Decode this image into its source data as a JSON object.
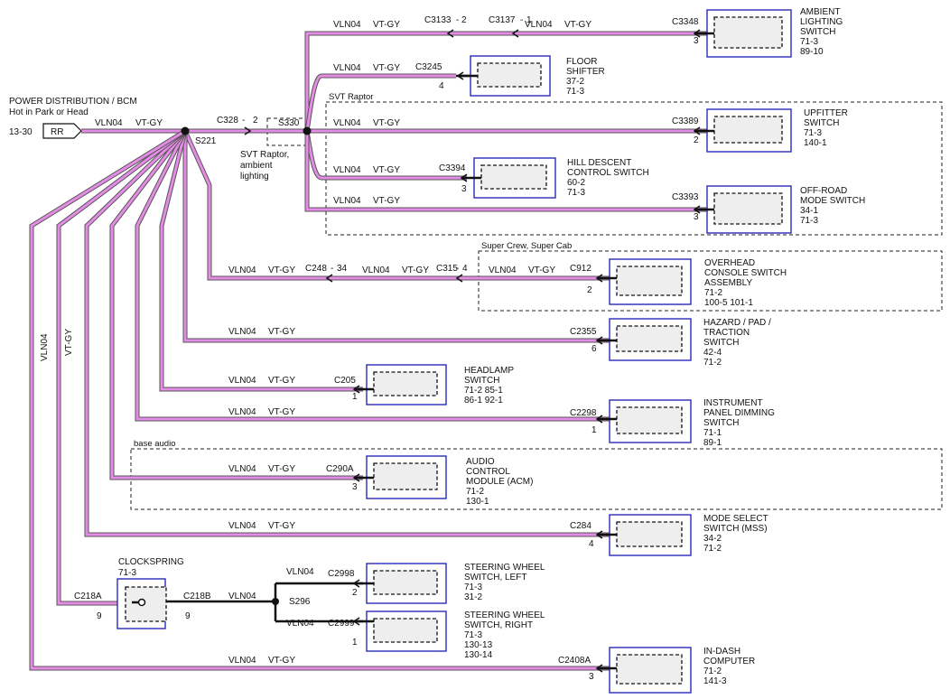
{
  "source": {
    "title": "POWER DISTRIBUTION / BCM",
    "subtitle": "Hot in Park or Head",
    "ref": "13-30",
    "tag": "RR"
  },
  "splice_main": "S221",
  "connector_c328": "C328",
  "connector_c328_pin": "2",
  "splice_s330": "S330",
  "svt_note": [
    "SVT Raptor,",
    "ambient",
    "lighting"
  ],
  "zones": {
    "svt": "SVT Raptor",
    "crew": "Super Crew, Super Cab",
    "audio": "base audio"
  },
  "wire_circuit": "VLN04",
  "wire_color": "VT-GY",
  "connectors": {
    "c3133": "C3133",
    "c3133_pin": "2",
    "c3137": "C3137",
    "c3137_pin": "1",
    "c248": "C248",
    "c248_pin": "34",
    "c315": "C315",
    "c315_pin": "4"
  },
  "components": [
    {
      "connector": "C3348",
      "pin": "3",
      "name": [
        "AMBIENT",
        "LIGHTING",
        "SWITCH"
      ],
      "refs": [
        "71-3",
        "89-10"
      ]
    },
    {
      "connector": "C3245",
      "pin": "4",
      "name": [
        "FLOOR",
        "SHIFTER"
      ],
      "refs": [
        "37-2",
        "71-3"
      ]
    },
    {
      "connector": "C3389",
      "pin": "2",
      "name": [
        "UPFITTER",
        "SWITCH"
      ],
      "refs": [
        "71-3",
        "140-1"
      ]
    },
    {
      "connector": "C3394",
      "pin": "3",
      "name": [
        "HILL DESCENT",
        "CONTROL SWITCH"
      ],
      "refs": [
        "60-2",
        "71-3"
      ]
    },
    {
      "connector": "C3393",
      "pin": "3",
      "name": [
        "OFF-ROAD",
        "MODE SWITCH"
      ],
      "refs": [
        "34-1",
        "71-3"
      ]
    },
    {
      "connector": "C912",
      "pin": "2",
      "name": [
        "OVERHEAD",
        "CONSOLE SWITCH",
        "ASSEMBLY"
      ],
      "refs": [
        "71-2",
        "100-5   101-1"
      ]
    },
    {
      "connector": "C2355",
      "pin": "6",
      "name": [
        "HAZARD / PAD /",
        "TRACTION",
        "SWITCH"
      ],
      "refs": [
        "42-4",
        "71-2"
      ]
    },
    {
      "connector": "C205",
      "pin": "1",
      "name": [
        "HEADLAMP",
        "SWITCH"
      ],
      "refs": [
        "71-2     85-1",
        "86-1     92-1"
      ]
    },
    {
      "connector": "C2298",
      "pin": "1",
      "name": [
        "INSTRUMENT",
        "PANEL DIMMING",
        "SWITCH"
      ],
      "refs": [
        "71-1",
        "89-1"
      ]
    },
    {
      "connector": "C290A",
      "pin": "3",
      "name": [
        "AUDIO",
        "CONTROL",
        "MODULE (ACM)"
      ],
      "refs": [
        "71-2",
        "130-1"
      ]
    },
    {
      "connector": "C284",
      "pin": "4",
      "name": [
        "MODE SELECT",
        "SWITCH (MSS)"
      ],
      "refs": [
        "34-2",
        "71-2"
      ]
    },
    {
      "connector": "C2998",
      "pin": "2",
      "name": [
        "STEERING WHEEL",
        "SWITCH, LEFT"
      ],
      "refs": [
        "71-3",
        "31-2"
      ]
    },
    {
      "connector": "C2999",
      "pin": "1",
      "name": [
        "STEERING WHEEL",
        "SWITCH, RIGHT"
      ],
      "refs": [
        "71-3",
        "130-13",
        "130-14"
      ]
    },
    {
      "connector": "C2408A",
      "pin": "3",
      "name": [
        "IN-DASH",
        "COMPUTER"
      ],
      "refs": [
        "71-2",
        "141-3"
      ]
    }
  ],
  "clockspring": {
    "title": "CLOCKSPRING",
    "ref": "71-3",
    "conn_in": "C218A",
    "conn_in_pin": "9",
    "conn_out": "C218B",
    "conn_out_pin": "9",
    "splice": "S296"
  }
}
